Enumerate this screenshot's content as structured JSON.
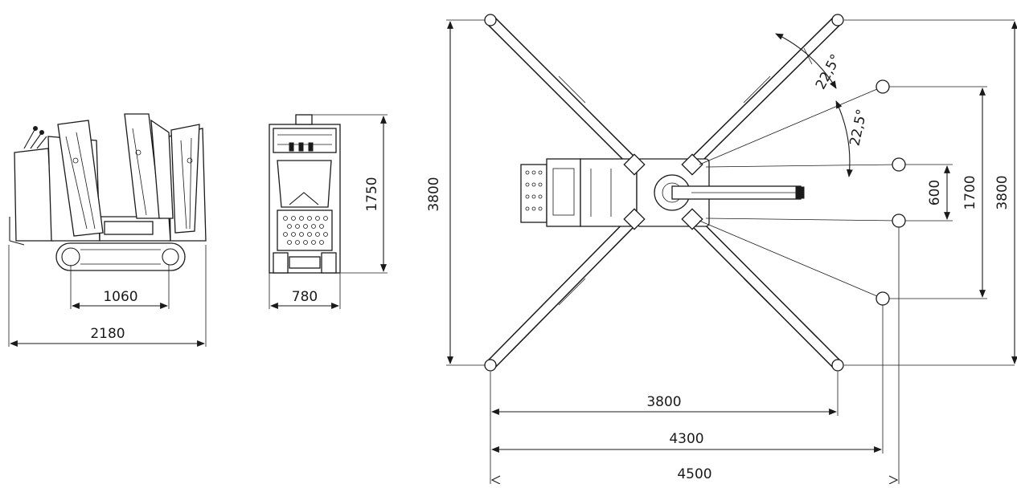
{
  "dimensions": {
    "side_track_length": "1060",
    "side_overall_length": "2180",
    "front_width": "780",
    "front_height": "1750",
    "top_height_left": "3800",
    "top_inner_span": "600",
    "top_mid_span": "1700",
    "top_height_right": "3800",
    "top_width_1": "3800",
    "top_width_2": "4300",
    "top_width_3": "4500",
    "angle_1": "22,5°",
    "angle_2": "22,5°"
  },
  "colors": {
    "line": "#1a1a1a",
    "background": "#ffffff"
  }
}
